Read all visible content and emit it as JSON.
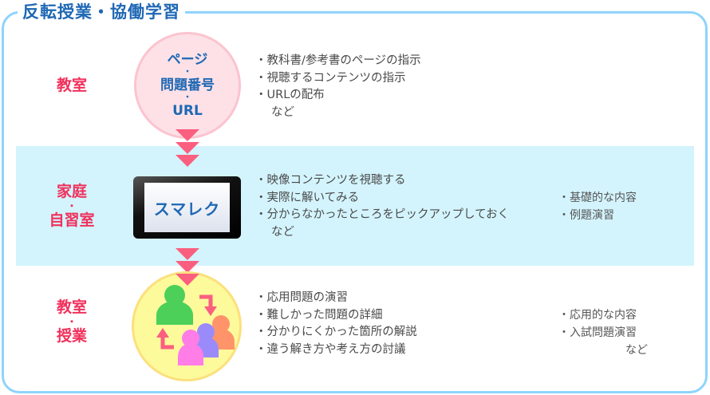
{
  "title": "反転授業・協働学習",
  "colors": {
    "frame": "#8fd3fb",
    "title": "#1f68b4",
    "label": "#f0315c",
    "band": "#d3f4fd",
    "arrow": "#fb5f7f",
    "circle_pink": "#fde1e7",
    "circle_yellow": "#fdfa9c",
    "person_green": "#4cd05a",
    "person_pink": "#ff7de6",
    "person_purple": "#9b8bfa",
    "person_orange": "#ff946a"
  },
  "rows": [
    {
      "label_line1": "教室",
      "label_dot": "",
      "label_line2": "",
      "icon": {
        "type": "pink-circle",
        "line1": "ページ",
        "dot1": "・",
        "line2": "問題番号",
        "dot2": "・",
        "line3": "URL"
      },
      "items": [
        "教科書/参考書のページの指示",
        "視聴するコンテンツの指示",
        "URLの配布"
      ],
      "etc": "など",
      "side": []
    },
    {
      "label_line1": "家庭",
      "label_dot": "・",
      "label_line2": "自習室",
      "icon": {
        "type": "tablet",
        "text": "スマレク"
      },
      "items": [
        "映像コンテンツを視聴する",
        "実際に解いてみる",
        "分からなかったところをピックアップしておく"
      ],
      "etc": "など",
      "side": [
        "基礎的な内容",
        "例題演習"
      ],
      "side_etc": ""
    },
    {
      "label_line1": "教室",
      "label_dot": "・",
      "label_line2": "授業",
      "icon": {
        "type": "group-circle"
      },
      "items": [
        "応用問題の演習",
        "難しかった問題の詳細",
        "分かりにくかった箇所の解説",
        "違う解き方や考え方の討議"
      ],
      "etc": "",
      "side": [
        "応用的な内容",
        "入試問題演習"
      ],
      "side_etc": "など"
    }
  ]
}
